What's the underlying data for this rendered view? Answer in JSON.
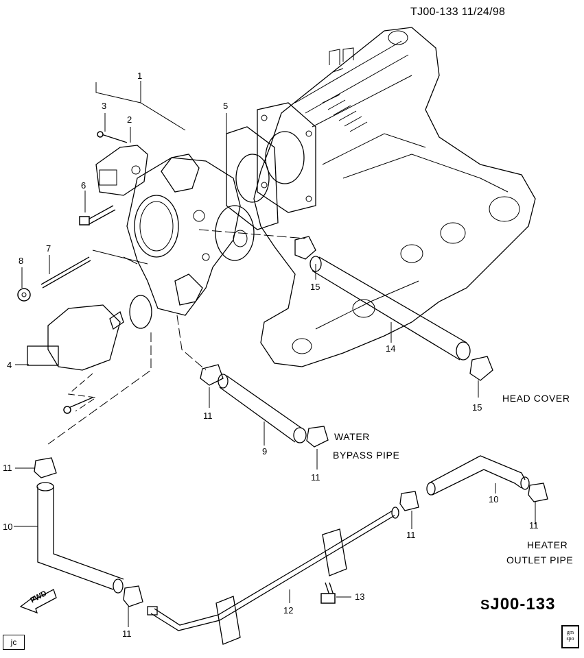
{
  "header": {
    "code": "TJ00-133 11/24/98"
  },
  "callouts": [
    {
      "id": "1",
      "text": "1"
    },
    {
      "id": "2",
      "text": "2"
    },
    {
      "id": "3",
      "text": "3"
    },
    {
      "id": "4",
      "text": "4"
    },
    {
      "id": "5",
      "text": "5"
    },
    {
      "id": "6",
      "text": "6"
    },
    {
      "id": "7",
      "text": "7"
    },
    {
      "id": "8",
      "text": "8"
    },
    {
      "id": "9",
      "text": "9"
    },
    {
      "id": "10a",
      "text": "10"
    },
    {
      "id": "10b",
      "text": "10"
    },
    {
      "id": "11a",
      "text": "11"
    },
    {
      "id": "11b",
      "text": "11"
    },
    {
      "id": "11c",
      "text": "11"
    },
    {
      "id": "11d",
      "text": "11"
    },
    {
      "id": "11e",
      "text": "11"
    },
    {
      "id": "11f",
      "text": "11"
    },
    {
      "id": "12",
      "text": "12"
    },
    {
      "id": "13",
      "text": "13"
    },
    {
      "id": "14",
      "text": "14"
    },
    {
      "id": "15a",
      "text": "15"
    },
    {
      "id": "15b",
      "text": "15"
    }
  ],
  "notes": {
    "head_cover": "HEAD COVER",
    "water_1": "WATER",
    "water_2": "BYPASS PIPE",
    "heater_1": "HEATER",
    "heater_2": "OUTLET PIPE"
  },
  "fwd": "FWD",
  "logo": "J00-133",
  "logo_mark": "S",
  "corner_code": "jc",
  "gm_badge": {
    "line1": "gm",
    "line2": "spo"
  }
}
